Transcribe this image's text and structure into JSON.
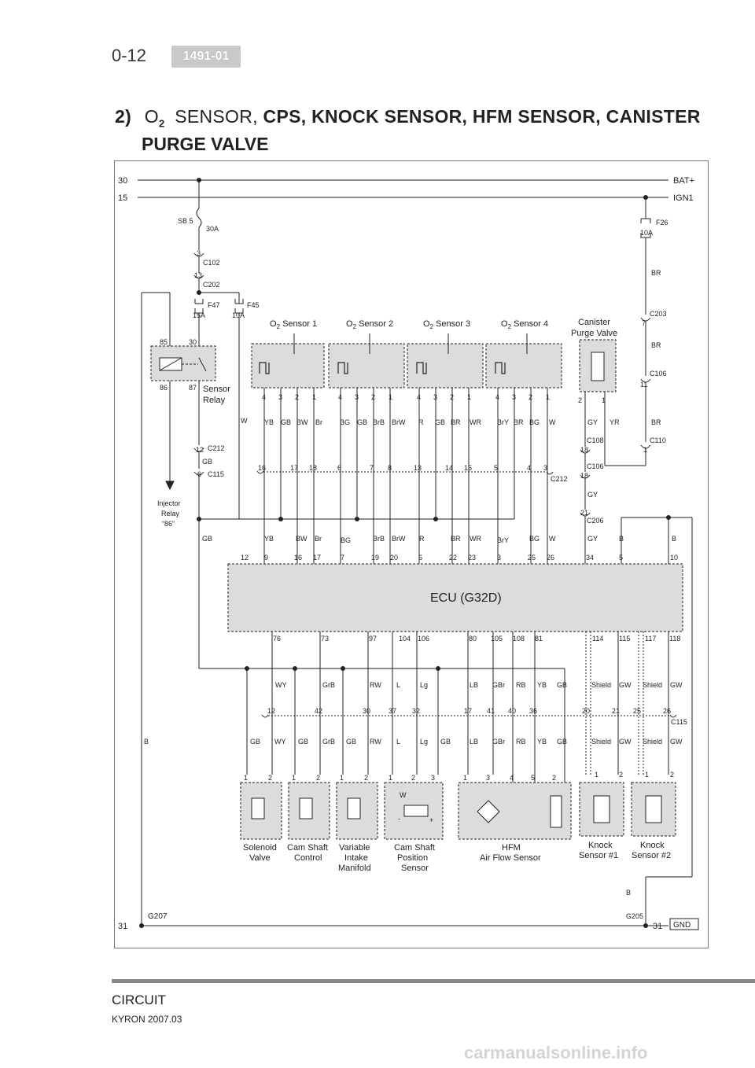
{
  "header": {
    "page_number": "0-12",
    "section_tag": "1491-01"
  },
  "title": {
    "number": "2)",
    "o2": "O",
    "o2_sub": "2",
    "sensor_word": "SENSOR,",
    "rest": "CPS, KNOCK SENSOR, HFM SENSOR, CANISTER",
    "line2": "PURGE VALVE"
  },
  "rails": {
    "bat_left": "30",
    "bat_right": "BAT+",
    "ign_left": "15",
    "ign_right": "IGN1",
    "gnd_left": "31",
    "gnd_right": "31",
    "gnd_badge": "GND",
    "g207": "G207",
    "g205": "G205"
  },
  "power": {
    "sb5": "SB 5",
    "sb5_rating": "30A",
    "c102_pin": "3",
    "c102": "C102",
    "c202_pin": "13",
    "c202": "C202",
    "f47": "F47",
    "f47_rating": "15A",
    "f45": "F45",
    "f45_rating": "10A",
    "f26": "F26",
    "f26_rating": "10A"
  },
  "relay": {
    "pins": [
      "85",
      "30",
      "86",
      "87"
    ],
    "label1": "Sensor",
    "label2": "Relay",
    "c212_pin": "12",
    "c212": "C212",
    "wire": "GB",
    "c115_pin": "6",
    "c115": "C115",
    "injector1": "Injector",
    "injector2": "Relay",
    "injector3": "“86”"
  },
  "o2_sensors": [
    {
      "name": "O",
      "sub": "2",
      "rest": " Sensor 1",
      "pins": [
        "4",
        "3",
        "2",
        "1"
      ],
      "wires": [
        "YB",
        "GB",
        "BW",
        "Br"
      ]
    },
    {
      "name": "O",
      "sub": "2",
      "rest": " Sensor 2",
      "pins": [
        "4",
        "3",
        "2",
        "1"
      ],
      "wires": [
        "BG",
        "GB",
        "BrB",
        "BrW"
      ]
    },
    {
      "name": "O",
      "sub": "2",
      "rest": " Sensor 3",
      "pins": [
        "4",
        "3",
        "2",
        "1"
      ],
      "wires": [
        "R",
        "GB",
        "BR",
        "WR"
      ]
    },
    {
      "name": "O",
      "sub": "2",
      "rest": " Sensor 4",
      "pins": [
        "4",
        "3",
        "2",
        "1"
      ],
      "wires": [
        "BrY",
        "BR",
        "BG",
        "W"
      ]
    }
  ],
  "canister": {
    "label1": "Canister",
    "label2": "Purge Valve",
    "pins": [
      "2",
      "1"
    ],
    "wires": [
      "GY",
      "YR"
    ],
    "c108_pin": "18",
    "c108": "C108",
    "c106b_pin": "18",
    "c106b": "C106",
    "c206_pin": "21",
    "c206": "C206",
    "wire_gy": "GY"
  },
  "right_chain": {
    "br1": "BR",
    "c203_pin": "7",
    "c203": "C203",
    "br2": "BR",
    "c106_pin": "11",
    "c106": "C106",
    "br3": "BR",
    "c110_pin": "1",
    "c110": "C110"
  },
  "c212_row": {
    "label": "C212",
    "pins": [
      "16",
      "17",
      "18",
      "6",
      "7",
      "8",
      "13",
      "14",
      "15",
      "5",
      "4",
      "3"
    ]
  },
  "w_label": "W",
  "ecu": {
    "name": "ECU (G32D)",
    "top_wires": [
      "GB",
      "YB",
      "BW",
      "Br",
      "BG",
      "BrB",
      "BrW",
      "R",
      "BR",
      "WR",
      "BrY",
      "BG",
      "W",
      "GY",
      "B",
      "B"
    ],
    "top_pins": [
      "12",
      "9",
      "16",
      "17",
      "7",
      "19",
      "20",
      "6",
      "22",
      "23",
      "3",
      "25",
      "26",
      "34",
      "5",
      "10"
    ],
    "bottom_pins": [
      "76",
      "73",
      "97",
      "104",
      "106",
      "80",
      "105",
      "108",
      "81",
      "114",
      "115",
      "117",
      "118"
    ]
  },
  "lower": {
    "wires_upper": [
      "WY",
      "GrB",
      "RW",
      "L",
      "Lg",
      "LB",
      "GBr",
      "RB",
      "YB",
      "GB",
      "Shield",
      "GW",
      "Shield",
      "GW"
    ],
    "conn_pins": [
      "12",
      "42",
      "30",
      "37",
      "32",
      "17",
      "41",
      "40",
      "36",
      "20",
      "21",
      "25",
      "26"
    ],
    "c115": "C115",
    "wires_lower": [
      "GB",
      "WY",
      "GB",
      "GrB",
      "GB",
      "RW",
      "L",
      "Lg",
      "GB",
      "LB",
      "GBr",
      "RB",
      "YB",
      "GB",
      "Shield",
      "GW",
      "Shield",
      "GW"
    ],
    "b_left": "B",
    "b_right": "B"
  },
  "components": [
    {
      "pins": [
        "1",
        "2"
      ],
      "label": [
        "Solenoid",
        "Valve"
      ]
    },
    {
      "pins": [
        "1",
        "2"
      ],
      "label": [
        "Cam Shaft",
        "Control"
      ]
    },
    {
      "pins": [
        "1",
        "2"
      ],
      "label": [
        "Variable",
        "Intake",
        "Manifold"
      ]
    },
    {
      "pins": [
        "1",
        "2",
        "3"
      ],
      "label": [
        "Cam Shaft",
        "Position",
        "Sensor"
      ],
      "marks": [
        "W",
        "-",
        "+"
      ]
    },
    {
      "pins": [
        "1",
        "3",
        "4",
        "5",
        "2"
      ],
      "label": [
        "HFM",
        "Air Flow Sensor"
      ]
    },
    {
      "pins": [
        "1",
        "2"
      ],
      "label": [
        "Knock",
        "Sensor #1"
      ]
    },
    {
      "pins": [
        "1",
        "2"
      ],
      "label": [
        "Knock",
        "Sensor #2"
      ]
    }
  ],
  "footer": {
    "section": "CIRCUIT",
    "model": "KYRON 2007.03",
    "watermark": "carmanualsonline.info"
  }
}
